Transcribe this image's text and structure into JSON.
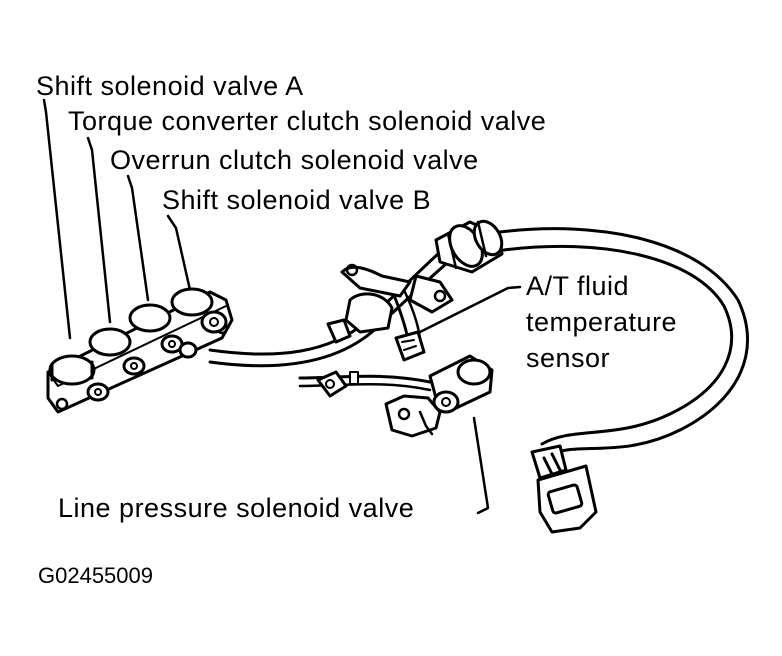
{
  "labels": {
    "shift_a": "Shift solenoid valve A",
    "tcc": "Torque converter clutch solenoid valve",
    "overrun": "Overrun clutch solenoid valve",
    "shift_b": "Shift solenoid valve B",
    "at_fluid_1": "A/T fluid",
    "at_fluid_2": "temperature",
    "at_fluid_3": "sensor",
    "line_pressure": "Line pressure solenoid valve"
  },
  "figure_code": "G02455009",
  "colors": {
    "ink": "#000000",
    "paper": "#ffffff"
  }
}
